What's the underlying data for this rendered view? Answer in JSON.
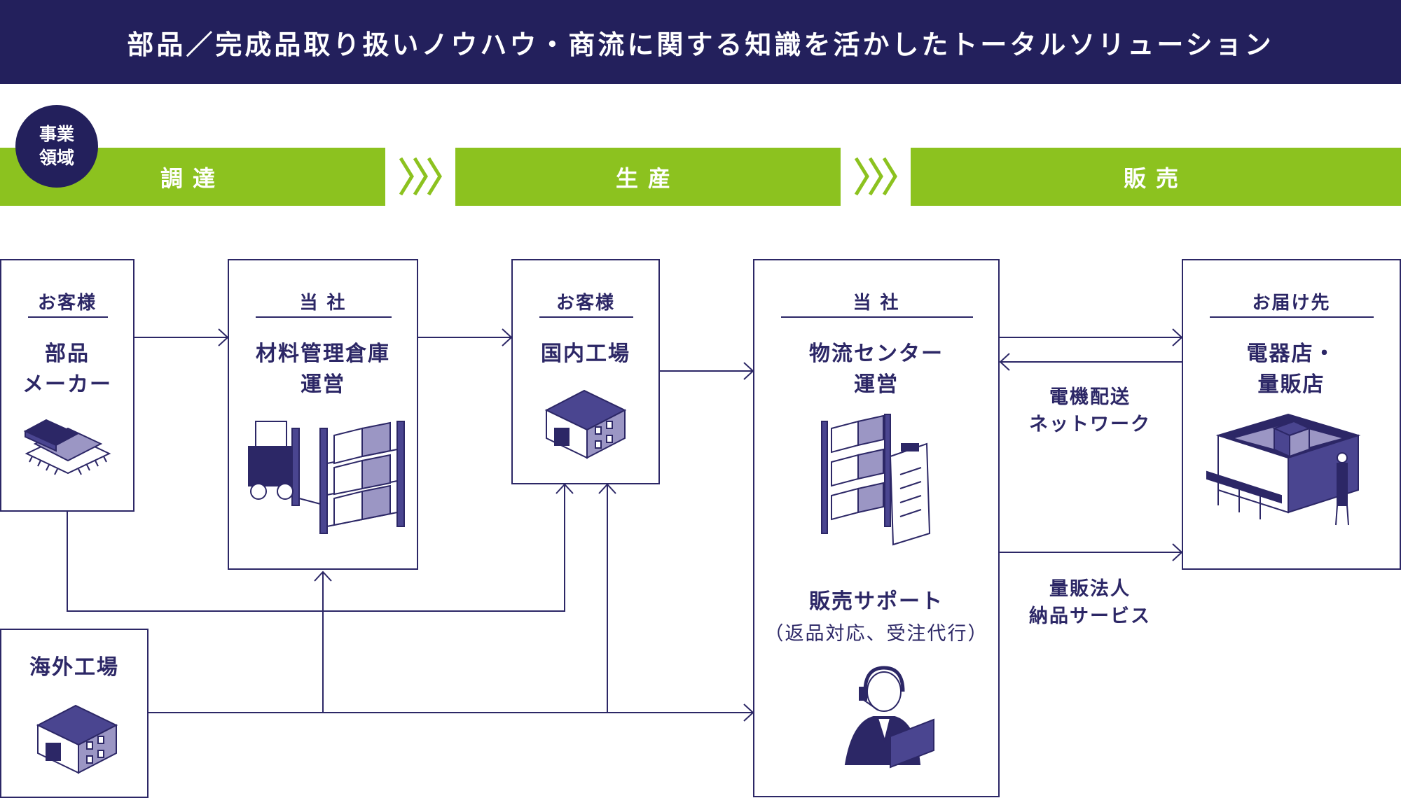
{
  "header": {
    "title": "部品／完成品取り扱いノウハウ・商流に関する知識を活かしたトータルソリューション"
  },
  "badge": {
    "line1": "事業",
    "line2": "領域"
  },
  "phases": [
    {
      "label": "調達"
    },
    {
      "label": "生産"
    },
    {
      "label": "販売"
    }
  ],
  "boxes": {
    "maker": {
      "label": "お客様",
      "title": "部品\nメーカー"
    },
    "warehouse": {
      "label": "当 社",
      "title": "材料管理倉庫\n運営"
    },
    "domestic": {
      "label": "お客様",
      "title": "国内工場"
    },
    "overseas": {
      "title": "海外工場"
    },
    "center": {
      "label": "当 社",
      "title": "物流センター\n運営",
      "title2": "販売サポート",
      "subtitle2": "（返品対応、受注代行）"
    },
    "dest": {
      "label": "お届け先",
      "title": "電器店・\n量販店"
    }
  },
  "edges": {
    "network": "電機配送\nネットワーク",
    "delivery": "量販法人\n納品サービス"
  },
  "icons": [
    "chip-icon",
    "forklift-shelf-icon",
    "factory-icon",
    "warehouse-shelf-clipboard-icon",
    "headset-operator-icon",
    "store-icon"
  ],
  "colors": {
    "header": "#23205c",
    "phase": "#8cc21f",
    "line": "#2c2766"
  }
}
